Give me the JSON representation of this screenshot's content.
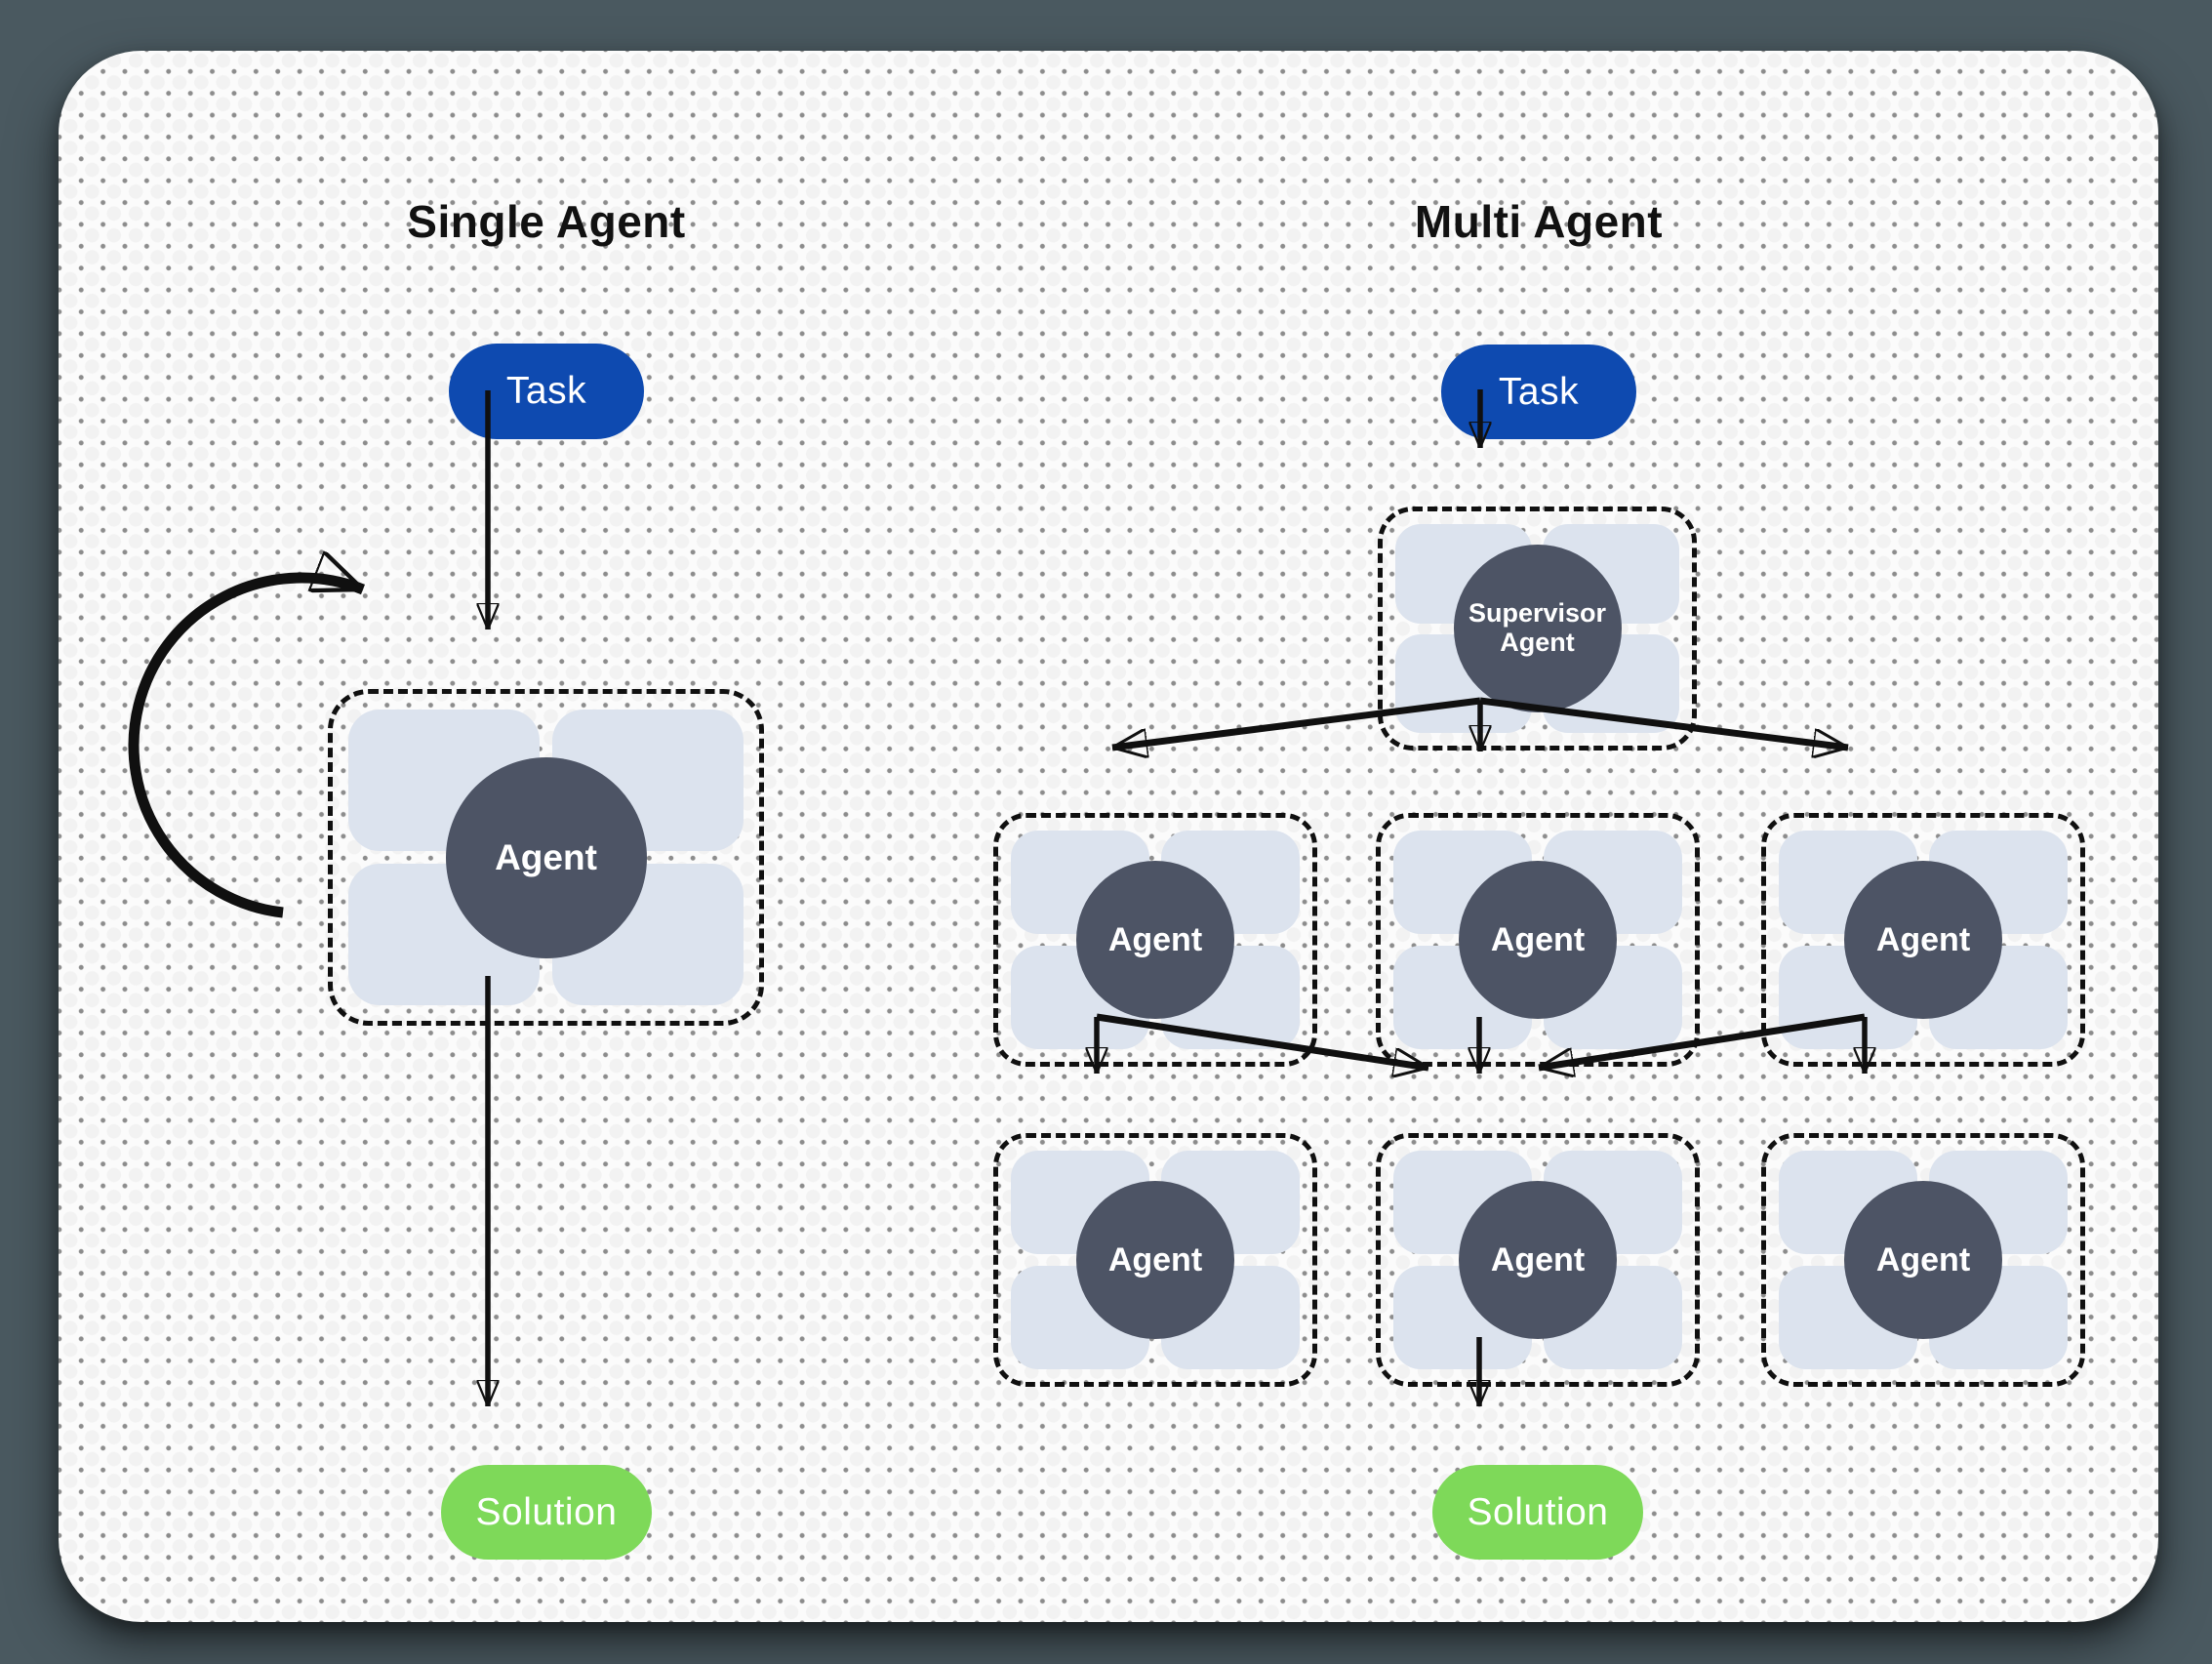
{
  "page": {
    "background": "#4a5960"
  },
  "colors": {
    "blue": "#0e4ab0",
    "green": "#7ed959",
    "slate": "#4d5465",
    "tile": "#dce3ee",
    "ink": "#101010",
    "card": "#fbfbfb",
    "dot": "#8c8c8c",
    "text-light": "#ffffff"
  },
  "single": {
    "title": "Single Agent",
    "task_label": "Task",
    "agent_label": "Agent",
    "solution_label": "Solution"
  },
  "multi": {
    "title": "Multi Agent",
    "task_label": "Task",
    "supervisor_line1": "Supervisor",
    "supervisor_line2": "Agent",
    "row1_agents": [
      "Agent",
      "Agent",
      "Agent"
    ],
    "row2_agents": [
      "Agent",
      "Agent",
      "Agent"
    ],
    "solution_label": "Solution"
  }
}
